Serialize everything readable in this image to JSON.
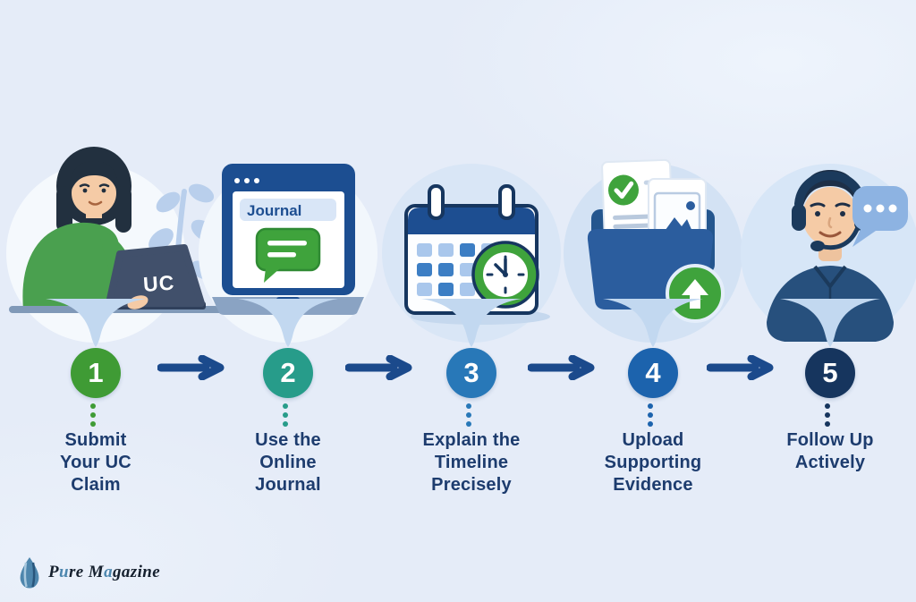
{
  "theme": {
    "background": "#e5ecf8",
    "heading_color": "#1d3c6e",
    "arrow_color": "#1b4a8c",
    "connector_color": "#c2d8f0"
  },
  "steps": [
    {
      "number": "1",
      "color": "#3f9b35",
      "label": "Submit\nYour UC\nClaim",
      "illustration": "woman-submitting-uc-claim-on-laptop",
      "laptop_label": "UC"
    },
    {
      "number": "2",
      "color": "#279c8a",
      "label": "Use the\nOnline\nJournal",
      "illustration": "laptop-online-journal",
      "screen_label": "Journal"
    },
    {
      "number": "3",
      "color": "#2878b8",
      "label": "Explain the\nTimeline\nPrecisely",
      "illustration": "calendar-with-clock"
    },
    {
      "number": "4",
      "color": "#1c63ad",
      "label": "Upload\nSupporting\nEvidence",
      "illustration": "folder-with-documents-and-upload-arrow"
    },
    {
      "number": "5",
      "color": "#16355e",
      "label": "Follow Up\nActively",
      "illustration": "support-agent-with-headset"
    }
  ],
  "footer": {
    "brand_name": "Pure Magazine",
    "dark_color": "#15202e",
    "accent_color": "#4c86ae",
    "brand_segments": [
      {
        "text": "P"
      },
      {
        "text": "u"
      },
      {
        "text": "re M"
      },
      {
        "text": "a"
      },
      {
        "text": "gazine"
      }
    ]
  }
}
